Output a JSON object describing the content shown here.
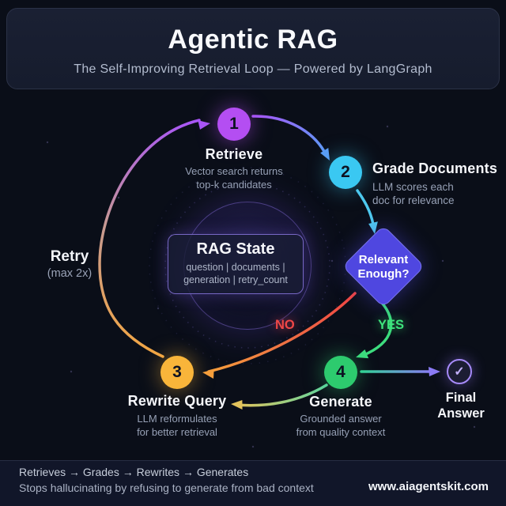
{
  "header": {
    "title": "Agentic RAG",
    "subtitle": "The Self-Improving Retrieval Loop — Powered by LangGraph"
  },
  "nodes": [
    {
      "number": "1",
      "label": "Retrieve",
      "desc": [
        "Vector search returns",
        "top-k candidates"
      ],
      "color": "#b44ef2"
    },
    {
      "number": "2",
      "label": "Grade Documents",
      "desc": [
        "LLM scores each",
        "doc for relevance"
      ],
      "color": "#3ac8f2"
    },
    {
      "number": "3",
      "label": "Rewrite Query",
      "desc": [
        "LLM reformulates",
        "for better retrieval"
      ],
      "color": "#f9b53a"
    },
    {
      "number": "4",
      "label": "Generate",
      "desc": [
        "Grounded answer",
        "from quality context"
      ],
      "color": "#2dcb6e"
    }
  ],
  "decision": {
    "question": [
      "Relevant",
      "Enough?"
    ],
    "fill_color": "#4f47e0",
    "yes_label": "YES",
    "yes_color": "#3ee37c",
    "no_label": "NO",
    "no_color": "#ef4747"
  },
  "state_box": {
    "title": "RAG State",
    "fields": [
      "question | documents |",
      "generation | retry_count"
    ]
  },
  "retry": {
    "label": "Retry",
    "note": "(max 2x)"
  },
  "final": {
    "icon_glyph": "✓",
    "label": [
      "Final",
      "Answer"
    ],
    "ring_color": "#a78bfa"
  },
  "footer": {
    "flow": "Retrieves → Grades → Rewrites → Generates",
    "tagline": "Stops hallucinating by refusing to generate from bad context",
    "site": "www.aiagentskit.com"
  }
}
